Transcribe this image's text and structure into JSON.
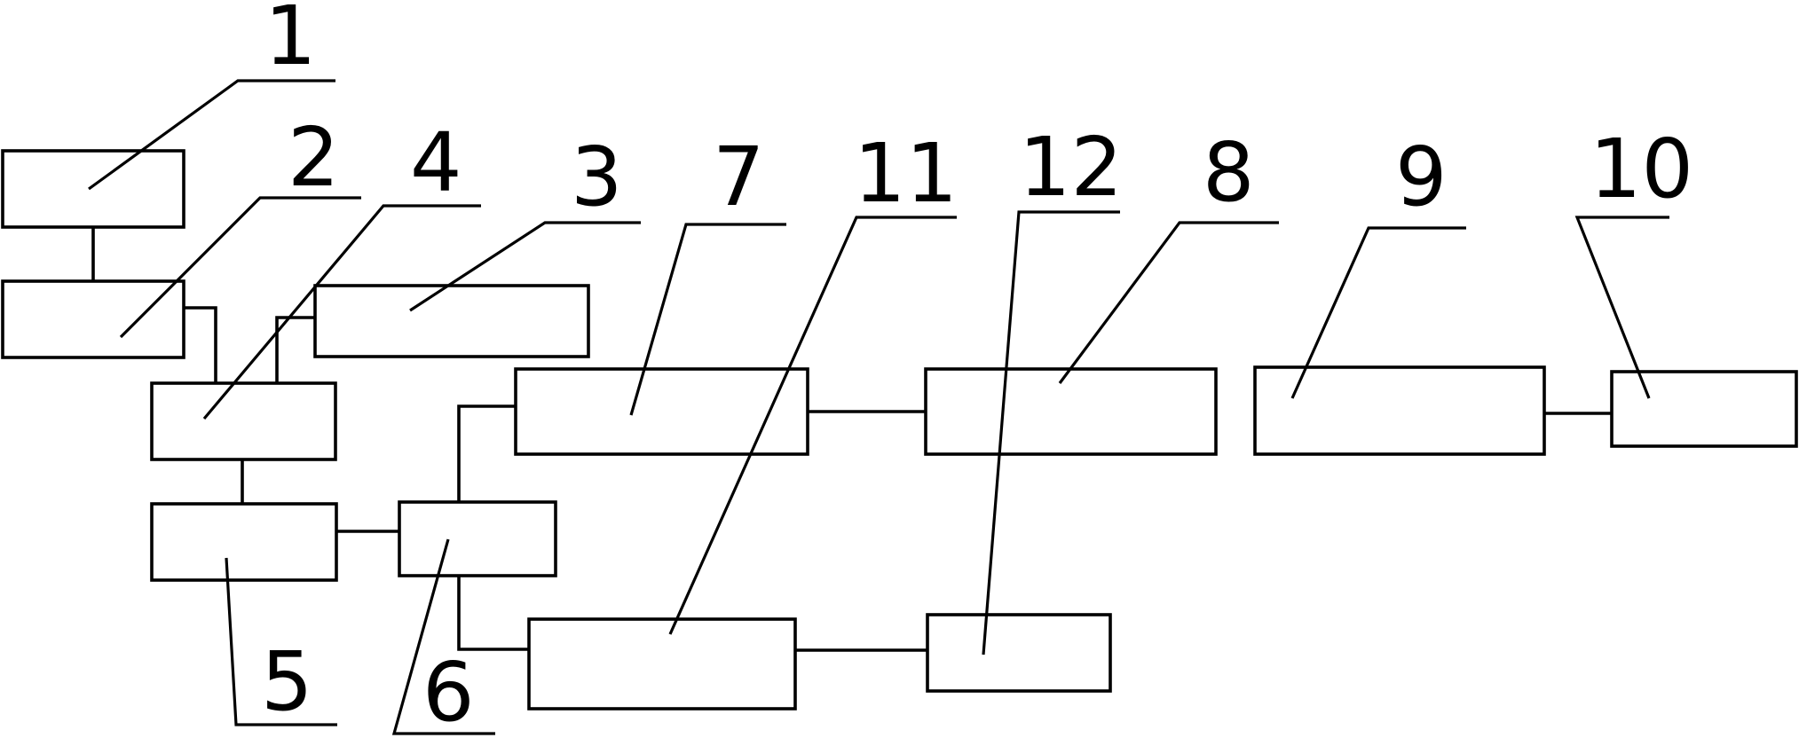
{
  "diagram": {
    "labels": {
      "n1": "1",
      "n2": "2",
      "n3": "3",
      "n4": "4",
      "n5": "5",
      "n6": "6",
      "n7": "7",
      "n8": "8",
      "n9": "9",
      "n10": "10",
      "n11": "11",
      "n12": "12"
    },
    "colors": {
      "line": "#000000",
      "background": "#ffffff"
    }
  }
}
